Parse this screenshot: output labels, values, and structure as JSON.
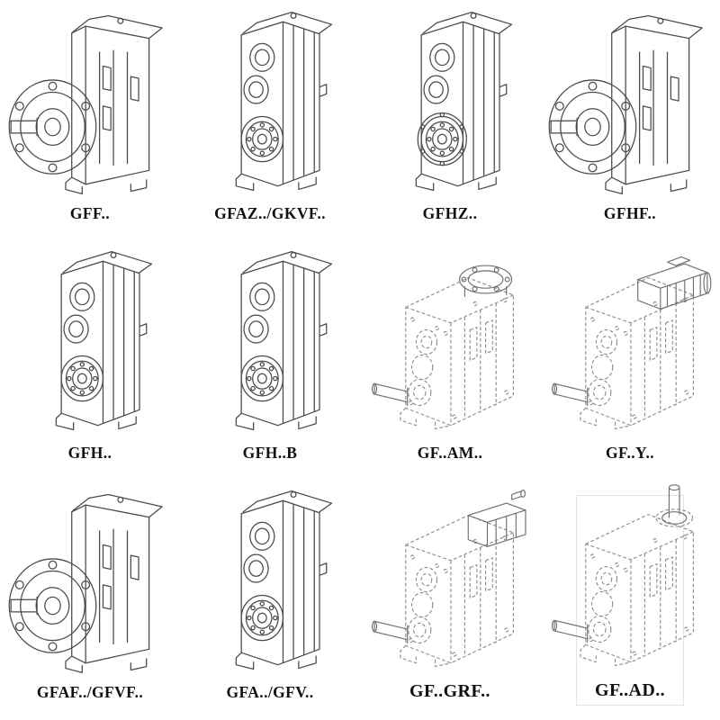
{
  "catalog": {
    "items": [
      {
        "label": "GFF..",
        "variant": "flange-front"
      },
      {
        "label": "GFAZ../GKVF..",
        "variant": "dual-bore"
      },
      {
        "label": "GFHZ..",
        "variant": "dual-bore-flange"
      },
      {
        "label": "GFHF..",
        "variant": "flange-front"
      },
      {
        "label": "GFH..",
        "variant": "dual-bore"
      },
      {
        "label": "GFH..B",
        "variant": "dual-bore"
      },
      {
        "label": "GF..AM..",
        "variant": "shaft-mounted-flange"
      },
      {
        "label": "GF..Y..",
        "variant": "shaft-mounted-motor"
      },
      {
        "label": "GFAF../GFVF..",
        "variant": "flange-front"
      },
      {
        "label": "GFA../GFV..",
        "variant": "dual-bore"
      },
      {
        "label": "GF..GRF..",
        "variant": "shaft-mounted-adapter"
      },
      {
        "label": "GF..AD..",
        "variant": "shaft-mounted-vertical"
      }
    ]
  },
  "colors": {
    "label": "#111111",
    "line": "#4a4a4a",
    "dashed_line": "#8f8f8f",
    "attachment_line": "#707070"
  }
}
